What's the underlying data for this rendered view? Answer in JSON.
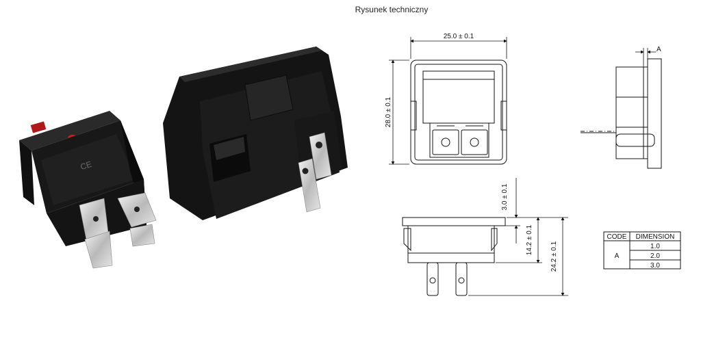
{
  "caption": "Rysunek techniczny",
  "dimensions": {
    "width": "25.0 ± 0.1",
    "height": "28.0 ± 0.1",
    "top_offset": "3.0 ± 0.1",
    "body_depth": "14.2 ± 0.1",
    "total_depth": "24.2 ± 0.1",
    "side_gap": "A"
  },
  "table": {
    "headers": [
      "CODE",
      "DIMENSION"
    ],
    "code": "A",
    "values": [
      "1.0",
      "2.0",
      "3.0"
    ]
  },
  "photo_marking": "CE",
  "colors": {
    "switch_body": "#161616",
    "lamp": "#d0201c",
    "terminal": "#c9c9c9"
  }
}
